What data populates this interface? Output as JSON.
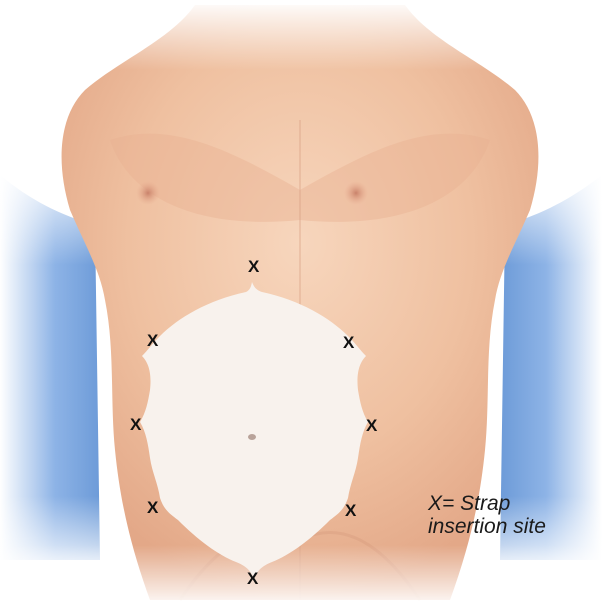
{
  "figure": {
    "marker_symbol": "X",
    "legend": {
      "line1": "X= Strap",
      "line2": "insertion site"
    },
    "colors": {
      "background_blue": "#6d9bd8",
      "skin": "#f0c7a8",
      "skin_shadow": "#d99a78",
      "dressing": "#f8f2ed",
      "marker": "#111111"
    }
  }
}
